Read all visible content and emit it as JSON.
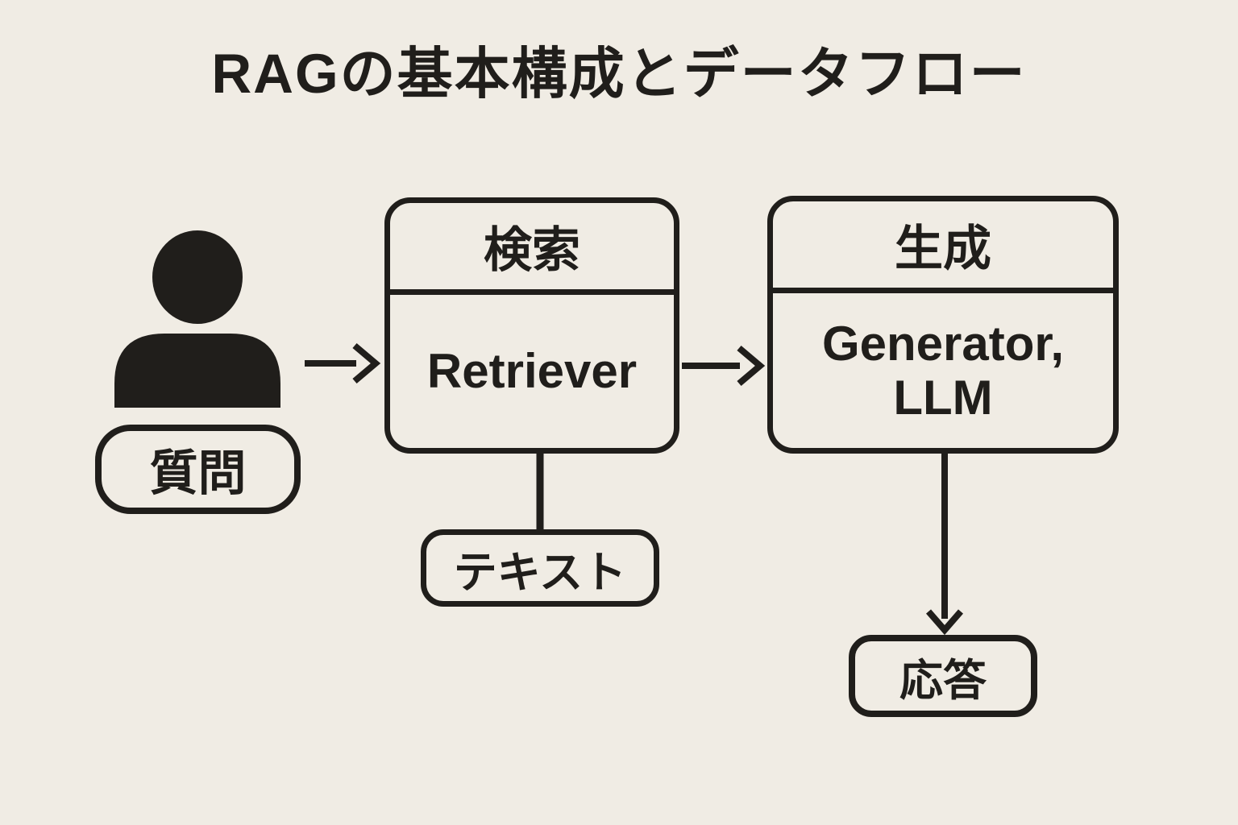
{
  "title": "RAGの基本構成とデータフロー",
  "colors": {
    "background": "#f0ece4",
    "ink": "#201e1b"
  },
  "nodes": {
    "user": {
      "icon": "person-icon",
      "label": "質問"
    },
    "retrieval": {
      "header": "検索",
      "body": "Retriever"
    },
    "generation": {
      "header": "生成",
      "body": "Generator,\nLLM"
    },
    "text": {
      "label": "テキスト"
    },
    "response": {
      "label": "応答"
    }
  },
  "edges": [
    {
      "from": "user",
      "to": "retrieval",
      "type": "arrow"
    },
    {
      "from": "retrieval",
      "to": "generation",
      "type": "arrow"
    },
    {
      "from": "retrieval",
      "to": "text",
      "type": "line"
    },
    {
      "from": "generation",
      "to": "response",
      "type": "arrow"
    }
  ]
}
